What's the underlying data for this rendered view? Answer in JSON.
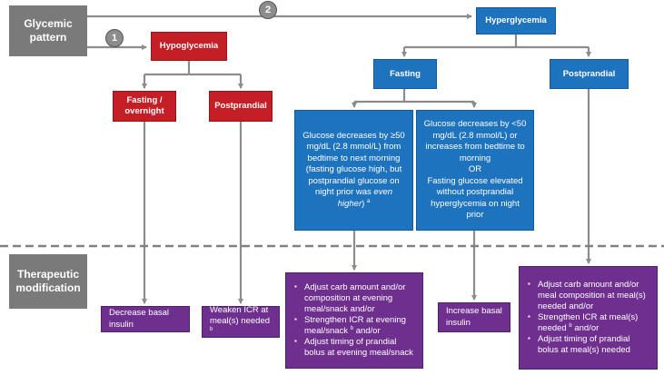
{
  "left_labels": {
    "glycemic_pattern": "Glycemic pattern",
    "therapeutic_modification": "Therapeutic modification"
  },
  "markers": {
    "one": "1",
    "two": "2"
  },
  "hypo": {
    "title": "Hypoglycemia",
    "fasting": "Fasting / overnight",
    "postprandial": "Postprandial"
  },
  "hyper": {
    "title": "Hyperglycemia",
    "fasting": "Fasting",
    "postprandial": "Postprandial",
    "condition_a": {
      "line1": "Glucose decreases by ≥50 mg/dL (2.8 mmol/L) from bedtime to next morning (fasting glucose high, but postprandial glucose on night prior was",
      "italic": "even higher",
      "after": ")",
      "sup": "a"
    },
    "condition_b": {
      "line1": "Glucose decreases by <50 mg/dL (2.8 mmol/L) or increases from bedtime to morning",
      "or": "OR",
      "line2": "Fasting glucose elevated without postprandial hyperglycemia on night prior"
    }
  },
  "actions": {
    "decrease_basal": "Decrease basal insulin",
    "weaken_icr": "Weaken ICR at meal(s) needed",
    "weaken_icr_sup": "b",
    "evening": {
      "item1": "Adjust carb amount and/or composition at evening meal/snack and/or",
      "item2_main": "Strengthen ICR at evening meal/snack",
      "item2_sup": "b",
      "item2_after": "and/or",
      "item3": "Adjust timing of prandial bolus at evening meal/snack"
    },
    "increase_basal": "Increase basal insulin",
    "meal": {
      "item1": "Adjust carb amount and/or meal composition at meal(s) needed and/or",
      "item2_main": "Strengthen ICR at meal(s) needed",
      "item2_sup": "b",
      "item2_after": "and/or",
      "item3": "Adjust timing of prandial bolus at meal(s) needed"
    }
  },
  "colors": {
    "red": "#c41e26",
    "blue": "#1e73be",
    "purple": "#6e2f8e",
    "grey": "#7a7a7a",
    "connector": "#8c8c8c"
  }
}
